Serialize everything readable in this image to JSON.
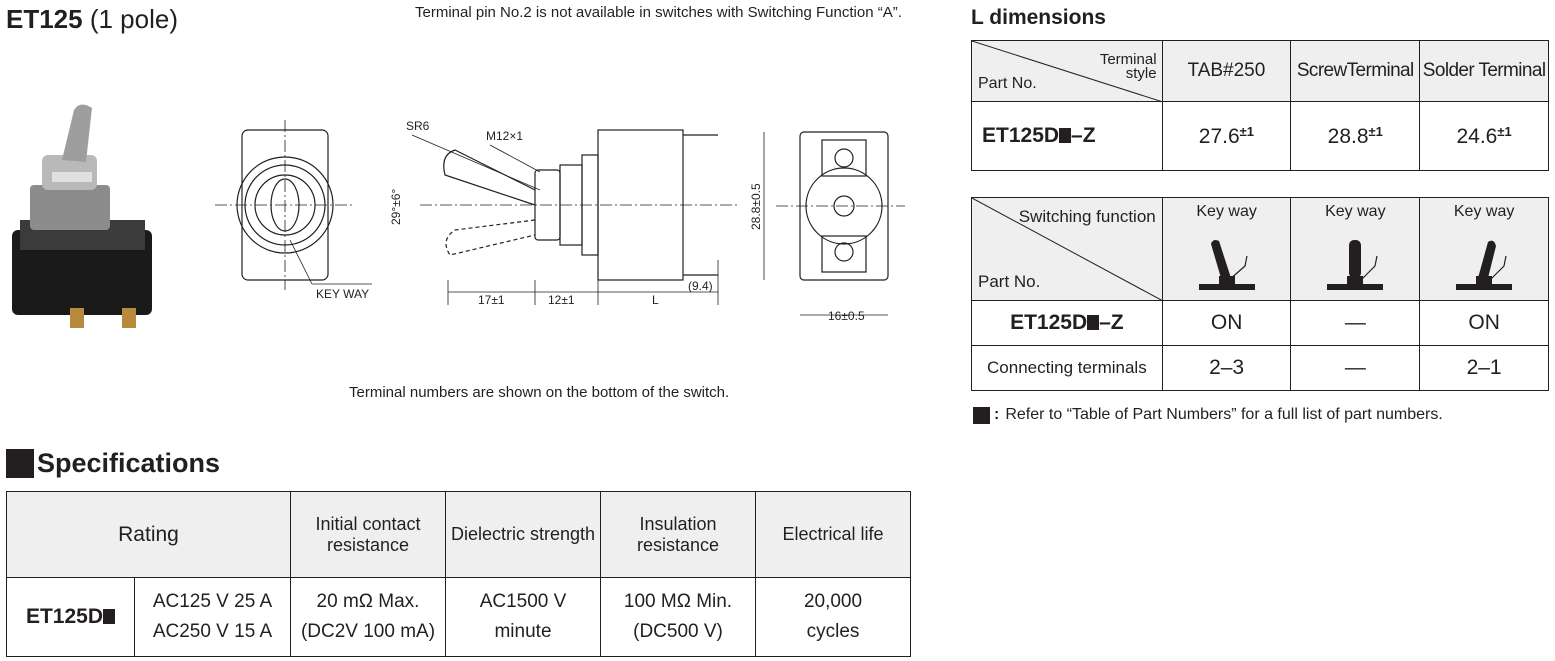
{
  "title": {
    "model": "ET125",
    "poles": "(1 pole)"
  },
  "notes": {
    "terminal_pin": "Terminal pin No.2 is not available in switches with Switching Function “A”.",
    "terminal_numbers": "Terminal numbers are shown on the bottom of the switch."
  },
  "drawing_labels": {
    "key_way": "KEY WAY",
    "sr6": "SR6",
    "m12": "M12×1",
    "angle": "29°±6°",
    "dim_17": "17±1",
    "dim_12": "12±1",
    "dim_L": "L",
    "dim_94": "(9.4)",
    "dim_288": "28.8±0.5",
    "dim_16": "16±0.5"
  },
  "specifications": {
    "heading": "Specifications",
    "headers": {
      "rating": "Rating",
      "contact": "Initial contact resistance",
      "dielectric": "Dielectric strength",
      "insulation": "Insulation resistance",
      "life": "Electrical life"
    },
    "row": {
      "part": "ET125D",
      "rating_1": "AC125 V 25 A",
      "rating_2": "AC250 V 15 A",
      "contact_1": "20 mΩ Max.",
      "contact_2": "(DC2V 100 mA)",
      "dielectric_1": "AC1500 V",
      "dielectric_2": "minute",
      "insulation_1": "100 MΩ Min.",
      "insulation_2": "(DC500 V)",
      "life_1": "20,000",
      "life_2": "cycles"
    }
  },
  "l_dimensions": {
    "heading": "L dimensions",
    "corner_top": "Terminal style",
    "corner_bottom": "Part No.",
    "columns": [
      "TAB#250",
      "ScrewTerminal",
      "Solder Terminal"
    ],
    "row_part": "ET125D",
    "row_part_suffix": "–Z",
    "values": [
      "27.6",
      "28.8",
      "24.6"
    ],
    "tolerance": "±1"
  },
  "switching": {
    "corner_top": "Switching function",
    "corner_bottom": "Part No.",
    "columns": [
      "Key way",
      "Key way",
      "Key way"
    ],
    "part_row": {
      "part": "ET125D",
      "suffix": "–Z",
      "values": [
        "ON",
        "—",
        "ON"
      ]
    },
    "terminal_row": {
      "label": "Connecting terminals",
      "values": [
        "2–3",
        "—",
        "2–1"
      ]
    }
  },
  "footnote": "Refer to “Table of Part Numbers” for a full list of part numbers.",
  "footnote_marker": ":"
}
